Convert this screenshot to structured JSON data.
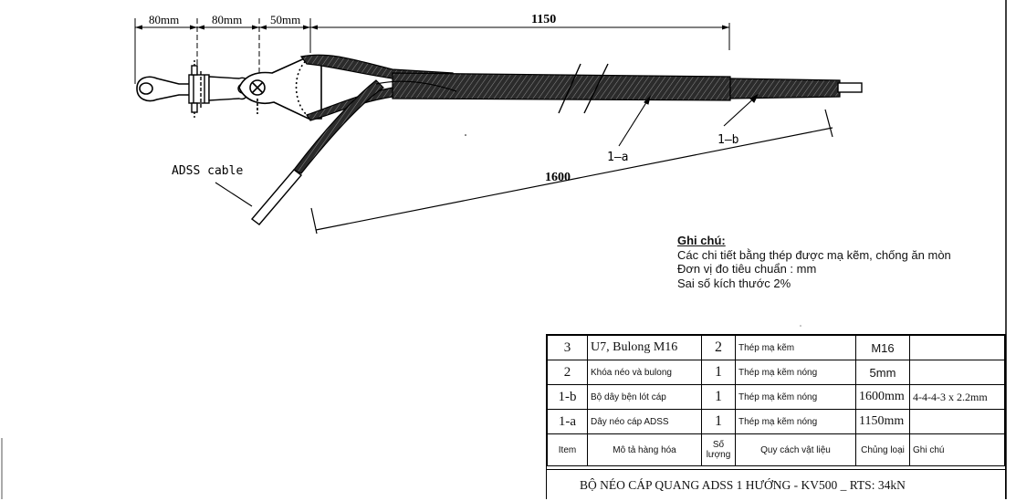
{
  "dimensions": {
    "d1": "80mm",
    "d2": "80mm",
    "d3": "50mm",
    "total": "1150",
    "length": "1600"
  },
  "labels": {
    "adss_cable": "ADSS cable",
    "part_1a": "1—a",
    "part_1b": "1—b"
  },
  "notes": {
    "title": "Ghi chú:",
    "lines": [
      "Các chi tiết bằng thép được mạ kẽm, chống ăn mòn",
      "Đơn vị đo tiêu chuẩn : mm",
      "Sai số kích thước 2%"
    ]
  },
  "table": {
    "rows": [
      {
        "item": "3",
        "description": "U7, Bulong M16",
        "qty": "2",
        "material": "Thép  mạ kẽm",
        "type": "M16",
        "note": ""
      },
      {
        "item": "2",
        "description": "Khóa néo và bulong",
        "qty": "1",
        "material": "Thép mạ kẽm nóng",
        "type": "5mm",
        "note": ""
      },
      {
        "item": "1-b",
        "description": "Bộ dây bện lót cáp",
        "qty": "1",
        "material": "Thép mạ kẽm nóng",
        "type": "1600mm",
        "note": "4-4-4-3 x 2.2mm"
      },
      {
        "item": "1-a",
        "description": "Dây néo cáp ADSS",
        "qty": "1",
        "material": "Thép mạ kẽm nóng",
        "type": "1150mm",
        "note": ""
      }
    ],
    "header": {
      "item": "Item",
      "description": "Mô tả hàng hóa",
      "qty": "Số lượng",
      "material": "Quy cách vật liệu",
      "type": "Chủng loại",
      "note": "Ghi chú"
    },
    "title": "BỘ NÉO CÁP QUANG ADSS 1 HƯỚNG - KV500  _ RTS: 34kN"
  }
}
